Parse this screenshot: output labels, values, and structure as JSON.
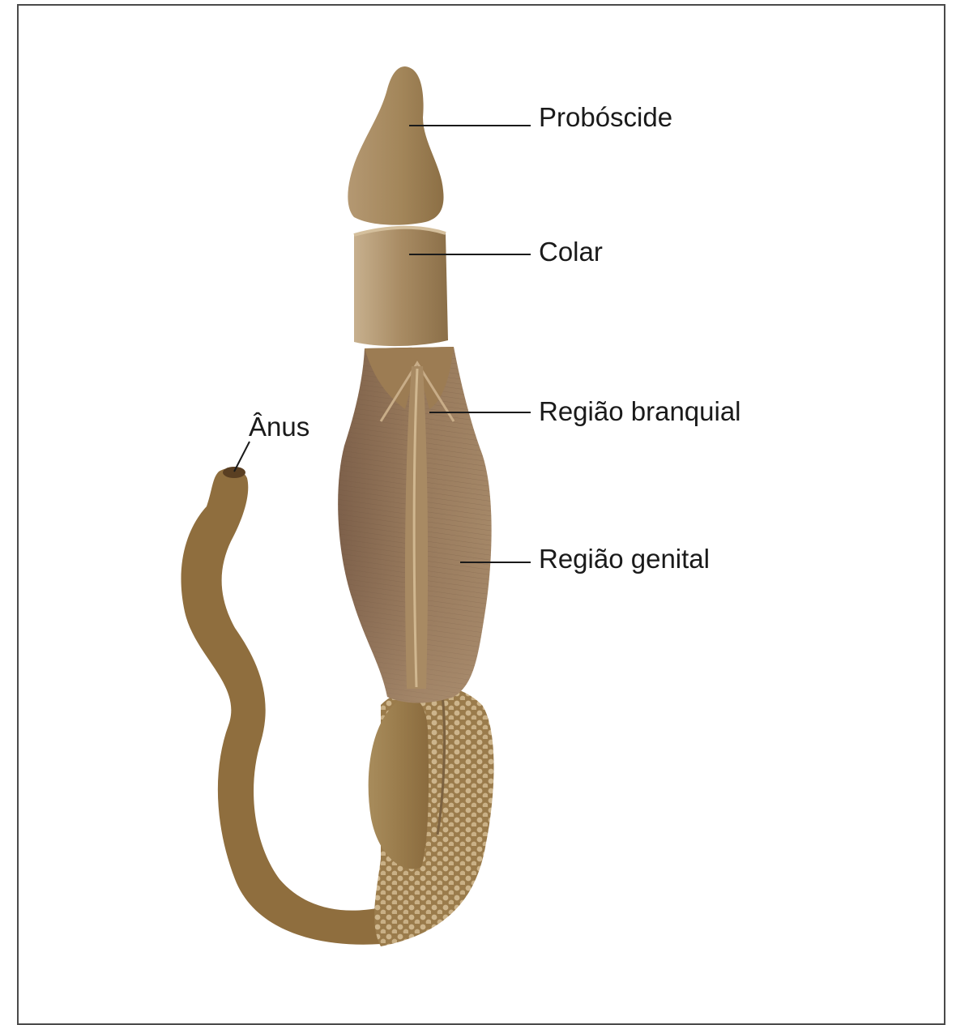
{
  "labels": {
    "proboscis": "Probóscide",
    "collar": "Colar",
    "branchial_region": "Região branquial",
    "genital_region": "Região genital",
    "anus": "Ânus"
  },
  "colors": {
    "body": "#8f6e3e",
    "proboscis": "#a88b5f",
    "collar": "#b09570",
    "branchial": "#9a7a58",
    "genital": "#7c6248",
    "leader_line": "#1a1a1a",
    "frame": "#4a4a4a"
  }
}
